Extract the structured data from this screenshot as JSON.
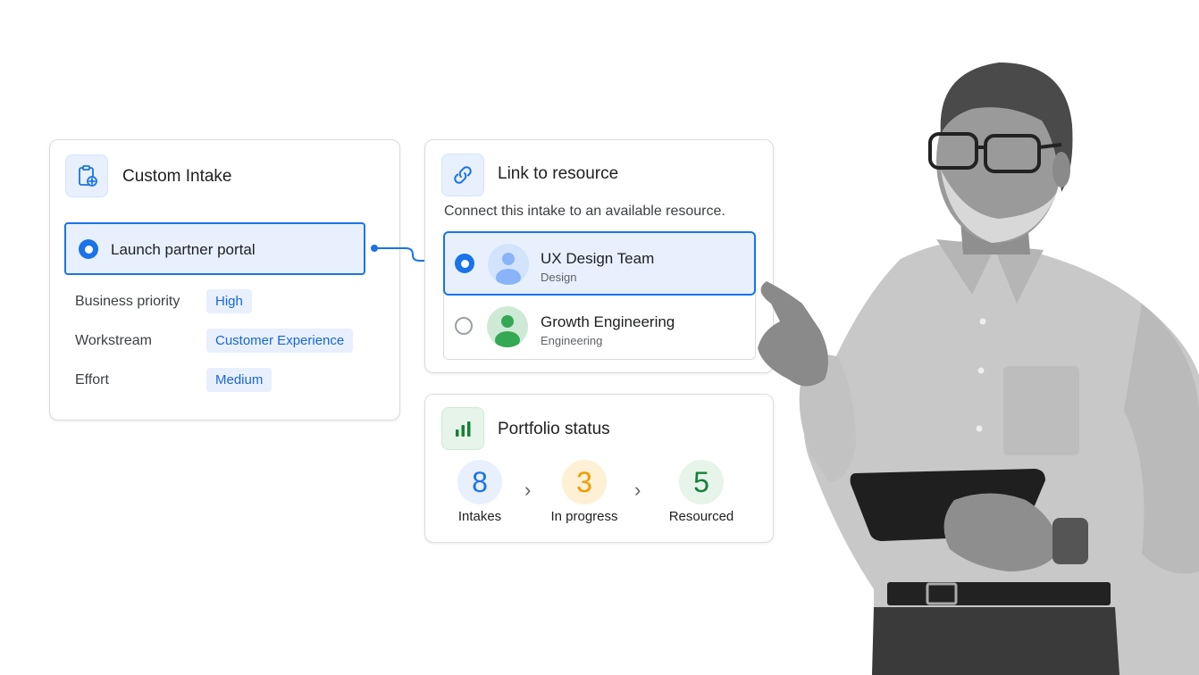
{
  "intake_card": {
    "title": "Custom Intake",
    "icon": "clipboard-plus-icon",
    "selected_item": "Launch partner portal",
    "properties": [
      {
        "label": "Business priority",
        "value": "High"
      },
      {
        "label": "Workstream",
        "value": "Customer Experience"
      },
      {
        "label": "Effort",
        "value": "Medium"
      }
    ]
  },
  "link_card": {
    "title": "Link to resource",
    "icon": "link-icon",
    "subtitle": "Connect this intake to an available resource.",
    "resources": [
      {
        "name": "UX Design Team",
        "team": "Design",
        "selected": true
      },
      {
        "name": "Growth Engineering",
        "team": "Engineering",
        "selected": false
      }
    ]
  },
  "portfolio_card": {
    "title": "Portfolio status",
    "icon": "bar-chart-icon",
    "stats": [
      {
        "value": "8",
        "label": "Intakes",
        "color": "#1a73e8"
      },
      {
        "value": "3",
        "label": "In progress",
        "color": "#f29900"
      },
      {
        "value": "5",
        "label": "Resourced",
        "color": "#188038"
      }
    ]
  },
  "colors": {
    "accent": "#1a73e8",
    "accent_light": "#e8f0fe",
    "green": "#188038",
    "orange": "#f29900"
  }
}
